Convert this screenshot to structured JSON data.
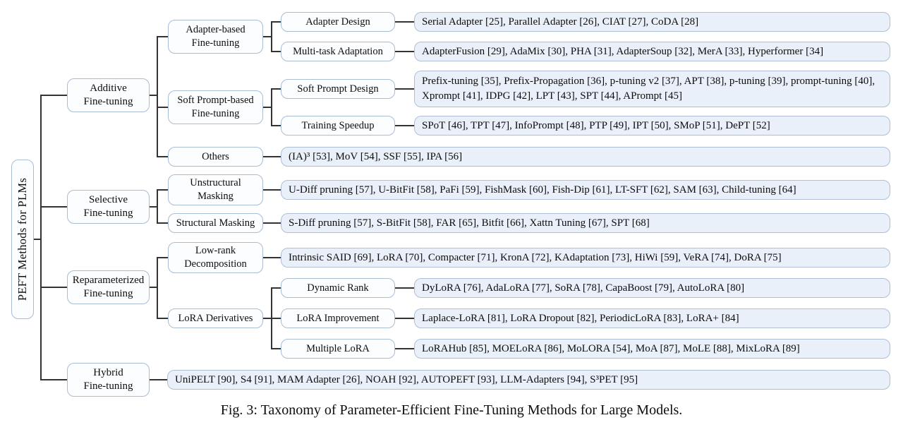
{
  "figure": {
    "caption": "Fig. 3: Taxonomy of Parameter-Efficient Fine-Tuning Methods for Large Models."
  },
  "colors": {
    "connector_line": "#333333",
    "node_border": "#a9bdd3",
    "node_fill": "#fcfdff",
    "leaf_fill": "#e9f0f9"
  },
  "root": {
    "label": "PEFT Methods for PLMs"
  },
  "level1": [
    {
      "id": "additive-fine-tuning",
      "lines": [
        "Additive",
        "Fine-tuning"
      ]
    },
    {
      "id": "selective-fine-tuning",
      "lines": [
        "Selective",
        "Fine-tuning"
      ]
    },
    {
      "id": "reparameterized-fine-tuning",
      "lines": [
        "Reparameterized",
        "Fine-tuning"
      ]
    },
    {
      "id": "hybrid-fine-tuning",
      "lines": [
        "Hybrid",
        "Fine-tuning"
      ]
    }
  ],
  "level2": [
    {
      "id": "adapter-based-fine-tuning",
      "lines": [
        "Adapter-based",
        "Fine-tuning"
      ]
    },
    {
      "id": "soft-prompt-based-fine-tuning",
      "lines": [
        "Soft Prompt-based",
        "Fine-tuning"
      ]
    },
    {
      "id": "others",
      "lines": [
        "Others"
      ]
    },
    {
      "id": "unstructural-masking",
      "lines": [
        "Unstructural",
        "Masking"
      ]
    },
    {
      "id": "structural-masking",
      "lines": [
        "Structural Masking"
      ]
    },
    {
      "id": "low-rank-decomposition",
      "lines": [
        "Low-rank",
        "Decomposition"
      ]
    },
    {
      "id": "lora-derivatives",
      "lines": [
        "LoRA Derivatives"
      ]
    }
  ],
  "level3": [
    {
      "id": "adapter-design",
      "label": "Adapter Design"
    },
    {
      "id": "multi-task-adaptation",
      "label": "Multi-task Adaptation"
    },
    {
      "id": "soft-prompt-design",
      "label": "Soft Prompt Design"
    },
    {
      "id": "training-speedup",
      "label": "Training Speedup"
    },
    {
      "id": "dynamic-rank",
      "label": "Dynamic Rank"
    },
    {
      "id": "lora-improvement",
      "label": "LoRA Improvement"
    },
    {
      "id": "multiple-lora",
      "label": "Multiple LoRA"
    }
  ],
  "leaves": [
    {
      "id": "adapter-design-refs",
      "text": "Serial Adapter  [25], Parallel Adapter [26], CIAT [27], CoDA [28]"
    },
    {
      "id": "multi-task-adaptation-refs",
      "text": "AdapterFusion [29], AdaMix [30], PHA [31], AdapterSoup [32], MerA [33], Hyperformer [34]"
    },
    {
      "id": "soft-prompt-design-refs",
      "text": "Prefix-tuning [35], Prefix-Propagation [36], p-tuning v2 [37], APT [38], p-tuning [39], prompt-tuning [40], Xprompt [41], IDPG [42], LPT [43], SPT [44], APrompt [45]"
    },
    {
      "id": "training-speedup-refs",
      "text": "SPoT [46], TPT [47], InfoPrompt [48], PTP [49], IPT [50], SMoP [51], DePT [52]"
    },
    {
      "id": "others-refs",
      "text": "(IA)³ [53], MoV [54], SSF [55], IPA [56]"
    },
    {
      "id": "unstructural-masking-refs",
      "text": "U-Diff pruning [57], U-BitFit [58], PaFi [59], FishMask [60], Fish-Dip [61], LT-SFT [62], SAM [63], Child-tuning [64]"
    },
    {
      "id": "structural-masking-refs",
      "text": "S-Diff pruning [57], S-BitFit [58], FAR [65], Bitfit [66], Xattn Tuning [67], SPT [68]"
    },
    {
      "id": "low-rank-decomposition-refs",
      "text": "Intrinsic SAID [69], LoRA [70], Compacter [71], KronA [72], KAdaptation [73], HiWi [59], VeRA [74], DoRA [75]"
    },
    {
      "id": "dynamic-rank-refs",
      "text": "DyLoRA [76], AdaLoRA [77], SoRA [78], CapaBoost [79], AutoLoRA [80]"
    },
    {
      "id": "lora-improvement-refs",
      "text": "Laplace-LoRA [81], LoRA Dropout [82], PeriodicLoRA [83], LoRA+ [84]"
    },
    {
      "id": "multiple-lora-refs",
      "text": "LoRAHub [85], MOELoRA [86], MoLORA [54], MoA [87], MoLE [88], MixLoRA [89]"
    },
    {
      "id": "hybrid-fine-tuning-refs",
      "text": "UniPELT [90], S4 [91], MAM Adapter [26], NOAH [92], AUTOPEFT [93], LLM-Adapters [94], S³PET [95]"
    }
  ]
}
